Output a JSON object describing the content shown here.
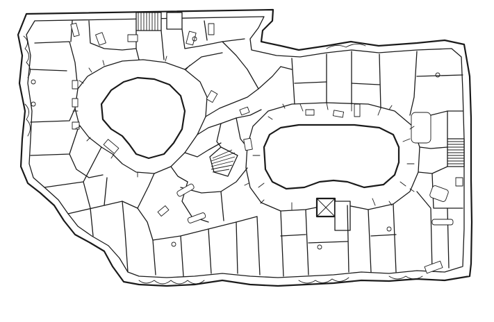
{
  "diagram": {
    "kind": "architectural-floor-plan",
    "ink_color": "#1a1a1a",
    "paper_color": "#ffffff",
    "elements": [
      "building-outline",
      "west-courtyard",
      "east-courtyard",
      "north-stair",
      "central-stair",
      "east-stair",
      "shaft-cross-box",
      "interior-partitions",
      "furniture-blocks"
    ],
    "text": []
  }
}
